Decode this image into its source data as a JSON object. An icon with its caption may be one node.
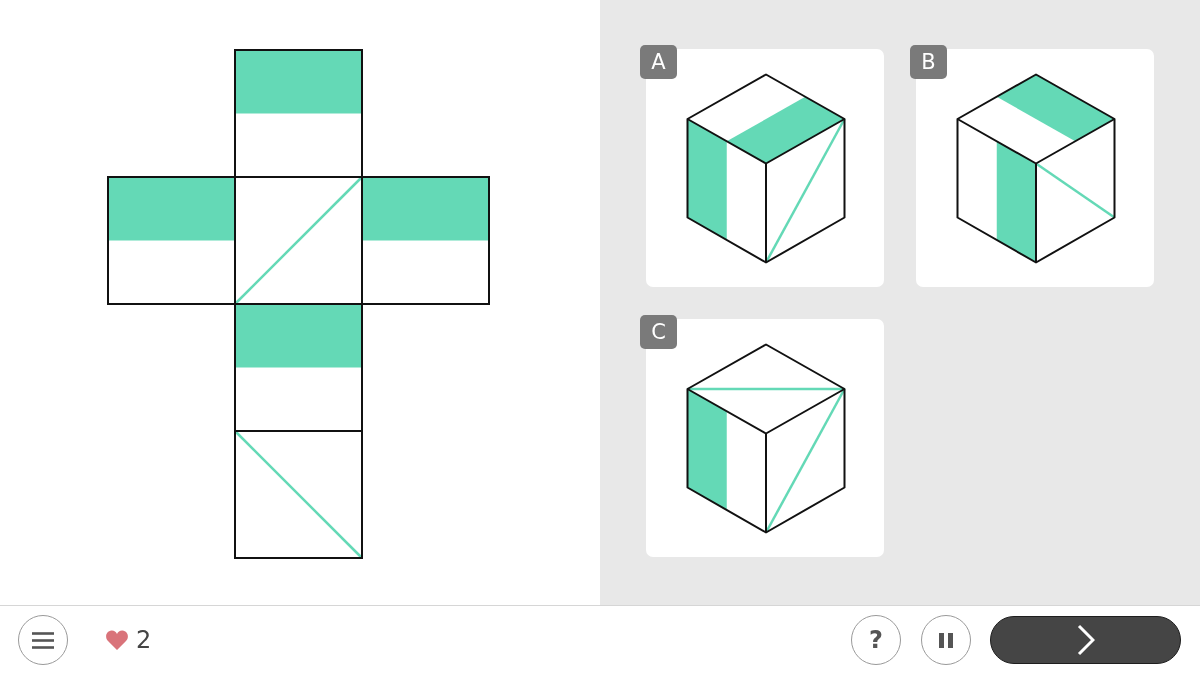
{
  "diagram": {
    "nodes": [
      {
        "text": [
          "A"
        ]
      },
      {
        "text": [
          "B"
        ]
      },
      {
        "text": [
          "C"
        ]
      }
    ],
    "labels": [
      "2",
      "?"
    ]
  }
}
